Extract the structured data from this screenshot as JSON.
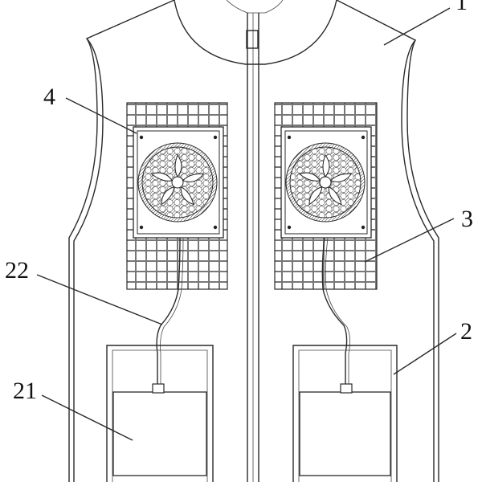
{
  "labels": {
    "vest_body": "1",
    "pocket": "2",
    "mesh_panel": "3",
    "fan": "4",
    "battery": "21",
    "cable": "22"
  },
  "colors": {
    "line": "#2a2a2a",
    "background": "#ffffff"
  }
}
